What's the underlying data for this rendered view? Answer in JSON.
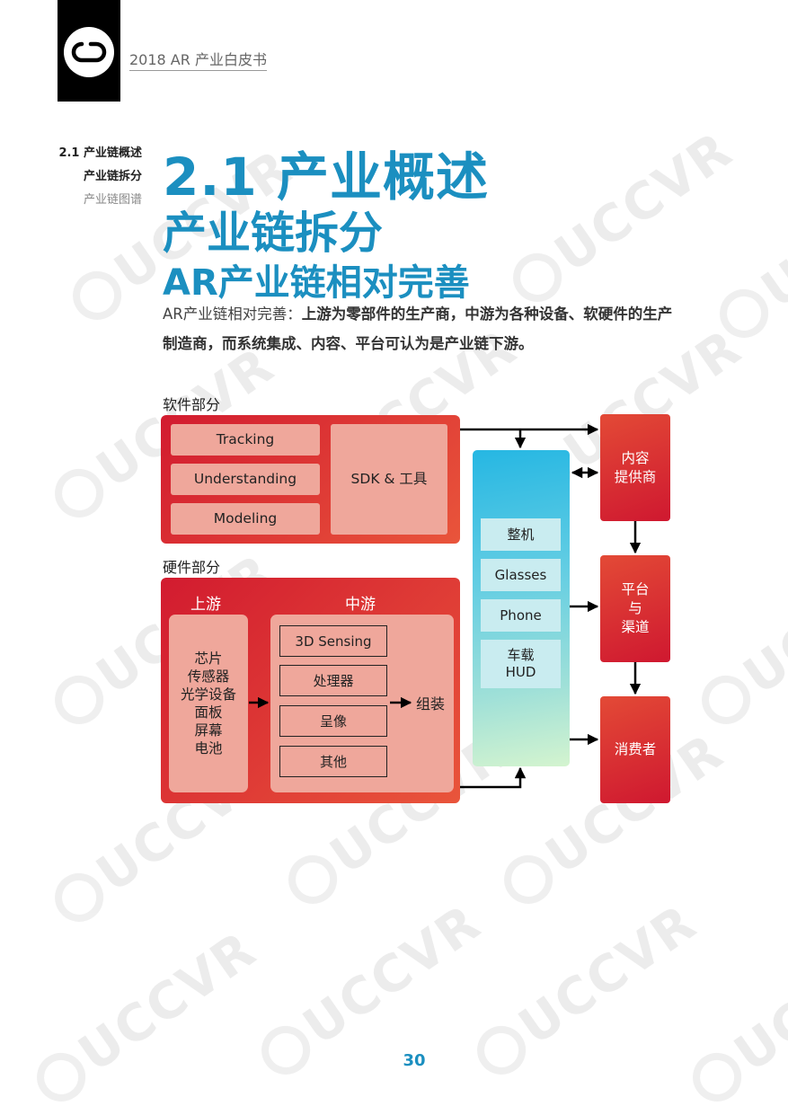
{
  "header": {
    "title": "2018 AR 产业白皮书"
  },
  "sidenav": {
    "section": "2.1 产业链概述",
    "sub1": "产业链拆分",
    "sub2": "产业链图谱"
  },
  "titles": {
    "t1": "2.1 产业概述",
    "t2": "产业链拆分",
    "t3": "AR产业链相对完善"
  },
  "paragraph": {
    "lead": "AR产业链相对完善：",
    "rest": "上游为零部件的生产商，中游为各种设备、软硬件的生产制造商，而系统集成、内容、平台可认为是产业链下游。"
  },
  "diagram": {
    "software": {
      "label": "软件部分",
      "items": [
        "Tracking",
        "Understanding",
        "Modeling"
      ],
      "sdk": "SDK & 工具"
    },
    "hardware": {
      "label": "硬件部分",
      "upstream": {
        "title": "上游",
        "items": [
          "芯片",
          "传感器",
          "光学设备",
          "面板",
          "屏幕",
          "电池"
        ]
      },
      "midstream": {
        "title": "中游",
        "items": [
          "3D Sensing",
          "处理器",
          "呈像",
          "其他"
        ]
      },
      "assemble": "组装"
    },
    "devices": [
      "整机",
      "Glasses",
      "Phone",
      "车载\nHUD"
    ],
    "downstream": [
      "内容\n提供商",
      "平台\n与\n渠道",
      "消费者"
    ]
  },
  "watermark": "UCCVR",
  "page_number": "30",
  "colors": {
    "accent_blue": "#1b8fc0",
    "red": "#d21b2f",
    "pill": "#efa79b"
  }
}
